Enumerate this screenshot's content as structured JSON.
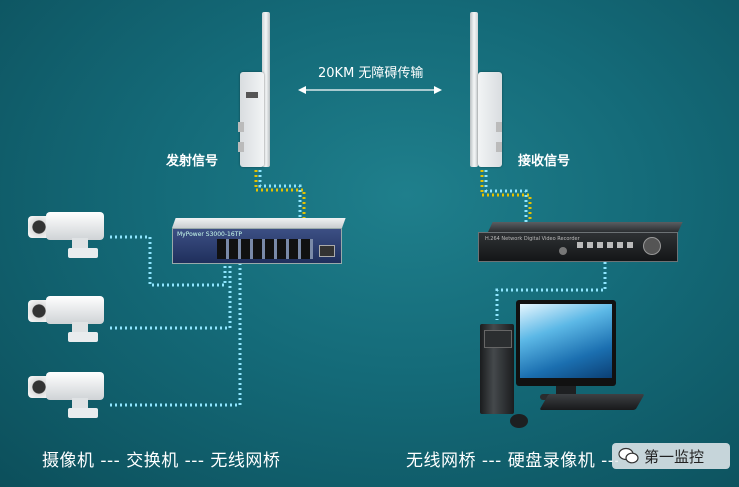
{
  "diagram": {
    "transmission_text": "20KM 无障碍传输",
    "sender_label": "发射信号",
    "receiver_label": "接收信号",
    "left_caption": "摄像机 --- 交换机 --- 无线网桥",
    "right_caption": "无线网桥 --- 硬盘录像机 --- 监控电脑",
    "watermark": "第一监控",
    "switch_brand": "MyPower S3000-16TP",
    "nvr_brand": "H.264 Network Digital Video Recorder"
  },
  "colors": {
    "background": "#146a78",
    "copper_link": "#e6c200",
    "fiber_link": "#8fe6ff"
  }
}
